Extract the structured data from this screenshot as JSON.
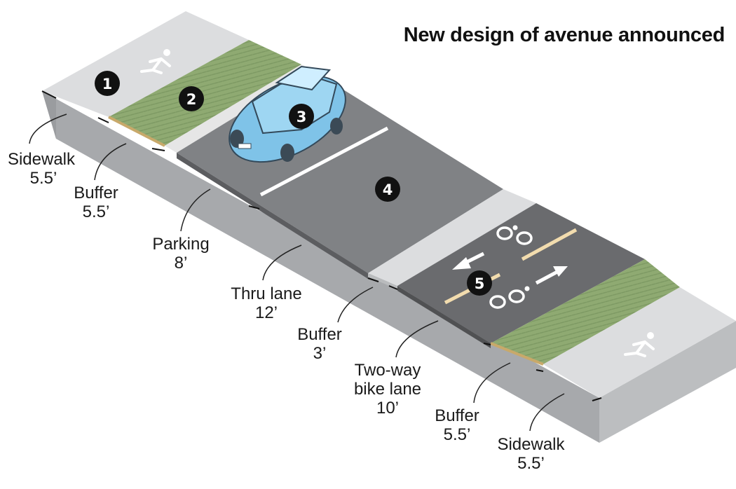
{
  "title": "New design of avenue announced",
  "markers": [
    "1",
    "2",
    "3",
    "4",
    "5"
  ],
  "segments": [
    {
      "name": "Sidewalk",
      "width": "5.5’"
    },
    {
      "name": "Buffer",
      "width": "5.5’"
    },
    {
      "name": "Parking",
      "width": "8’"
    },
    {
      "name": "Thru lane",
      "width": "12’"
    },
    {
      "name": "Buffer",
      "width": "3’"
    },
    {
      "name": "Two-way",
      "name2": "bike lane",
      "width": "10’"
    },
    {
      "name": "Buffer",
      "width": "5.5’"
    },
    {
      "name": "Sidewalk",
      "width": "5.5’"
    }
  ],
  "colors": {
    "sidewalk": "#d9d9d9",
    "planting_buffer": "#8faa72",
    "asphalt": "#808285",
    "bike_lane": "#68696b",
    "car": "#7fc3e8",
    "bike_center_line": "#f2dcae",
    "marker": "#111111"
  },
  "icons": [
    "pedestrian-icon",
    "car-icon",
    "bicycle-icon",
    "arrow-left-icon",
    "arrow-right-icon"
  ]
}
